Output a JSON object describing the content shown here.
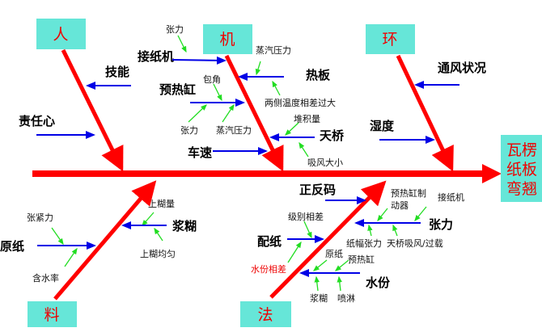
{
  "effect": {
    "line1": "瓦楞",
    "line2": "纸板",
    "line3": "弯翘"
  },
  "categories": {
    "people": "人",
    "machine": "机",
    "environment": "环",
    "material": "料",
    "method": "法"
  },
  "people": {
    "skill": "技能",
    "responsibility": "责任心"
  },
  "machine": {
    "splicer": "接纸机",
    "splicer_tension": "张力",
    "preheater": "预热缸",
    "wrap_angle": "包角",
    "preheater_tension": "张力",
    "preheater_steam": "蒸汽压力",
    "speed": "车速",
    "hotplate": "热板",
    "hotplate_steam": "蒸汽压力",
    "temp_diff": "两侧温度相差过大",
    "bridge": "天桥",
    "accumulation": "堆积量",
    "suction": "吸风大小"
  },
  "environment": {
    "ventilation": "通风状况",
    "humidity": "湿度"
  },
  "material": {
    "base_paper": "原纸",
    "tightness": "张紧力",
    "moisture_content": "含水率",
    "glue": "浆糊",
    "glue_amount": "上糊量",
    "glue_even": "上糊均匀"
  },
  "method": {
    "front_back": "正反码",
    "paper_match": "配纸",
    "grade_diff": "级别相差",
    "moisture_diff": "水份相差",
    "tension": "张力",
    "brake_line1": "预热缸制",
    "brake_line2": "动器",
    "tension_splicer": "接纸机",
    "web_tension": "纸幅张力",
    "bridge_suction": "天桥吸风/过载",
    "moisture": "水份",
    "moisture_paper": "原纸",
    "moisture_preheater": "预热缸",
    "moisture_glue": "浆糊",
    "spray": "喷淋"
  }
}
